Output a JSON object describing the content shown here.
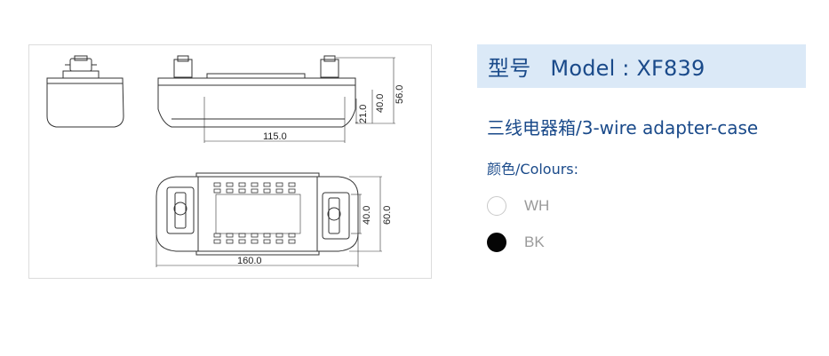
{
  "product": {
    "model_label_cn": "型号",
    "model_label_en": "Model : XF839",
    "subtitle": "三线电器箱/3-wire adapter-case",
    "colours_label": "颜色/Colours:"
  },
  "colours": [
    {
      "code": "WH",
      "swatch": "#ffffff"
    },
    {
      "code": "BK",
      "swatch": "#050505"
    }
  ],
  "drawing": {
    "dims": {
      "h_total": "56.0",
      "h_body": "40.0",
      "h_base": "21.0",
      "len_inner": "115.0",
      "w_total": "60.0",
      "w_inner": "40.0",
      "len_total": "160.0"
    }
  },
  "theme": {
    "accent": "#1a4a8a",
    "title_bg": "#dbe9f7",
    "muted": "#9a9a9a"
  }
}
